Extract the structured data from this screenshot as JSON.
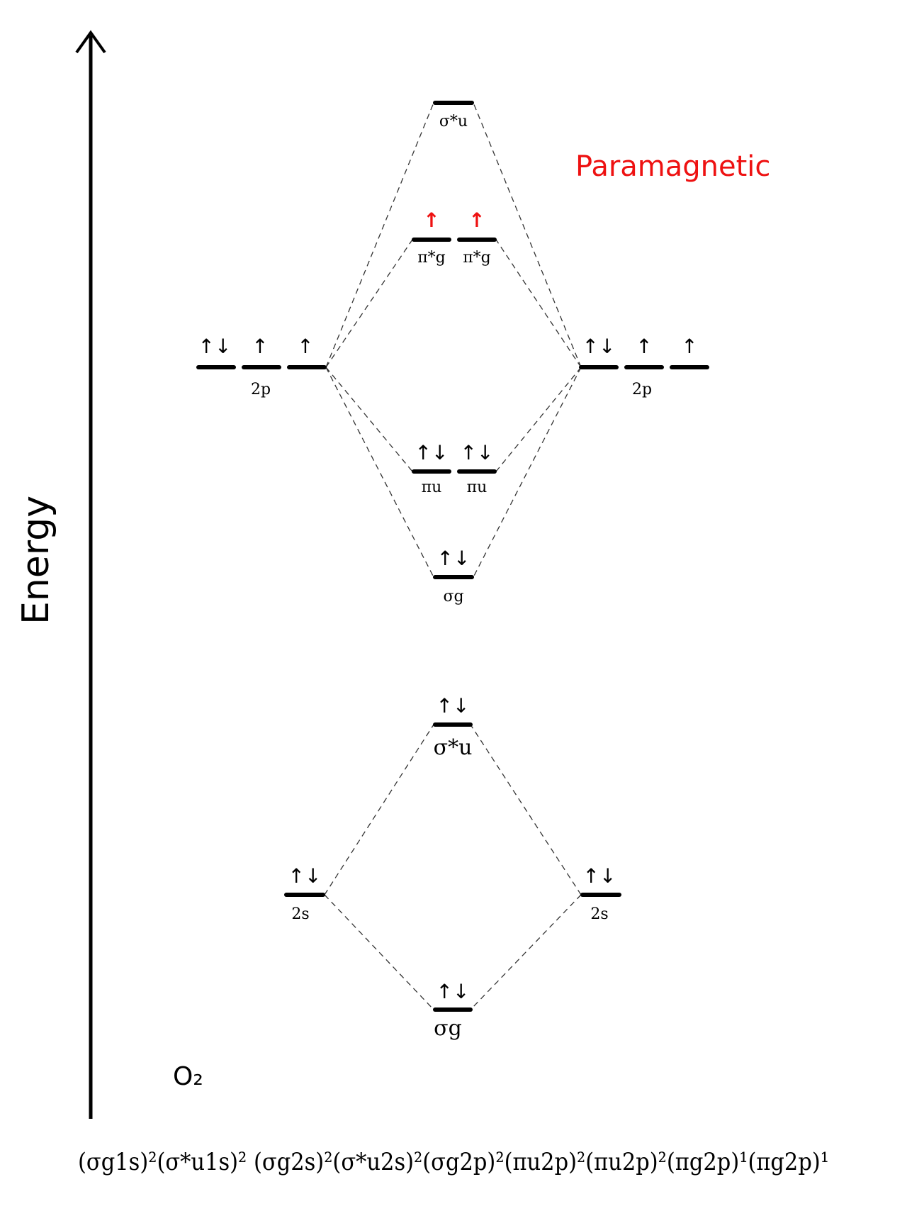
{
  "axis": {
    "label": "Energy"
  },
  "magnetism": {
    "text": "Paramagnetic",
    "color": "#ee1111"
  },
  "molecule": {
    "text": "O₂"
  },
  "electron_config": "(σg1s)²(σ*u1s)² (σg2s)²(σ*u2s)²(σg2p)²(πu2p)²(πu2p)²(πg2p)¹(πg2p)¹",
  "atomic_orbitals": {
    "left_2p": {
      "label": "2p",
      "electrons": [
        "↑↓",
        "↑",
        "↑"
      ]
    },
    "right_2p": {
      "label": "2p",
      "electrons": [
        "↑↓",
        "↑",
        "↑"
      ]
    },
    "left_2s": {
      "label": "2s",
      "electrons": "↑↓"
    },
    "right_2s": {
      "label": "2s",
      "electrons": "↑↓"
    }
  },
  "molecular_orbitals": {
    "sigma_star_u_2p": {
      "label": "σ*u",
      "electrons": ""
    },
    "pi_star_g": {
      "labels": [
        "π*g",
        "π*g"
      ],
      "electrons": [
        "↑",
        "↑"
      ]
    },
    "pi_u": {
      "labels": [
        "πu",
        "πu"
      ],
      "electrons": [
        "↑↓",
        "↑↓"
      ]
    },
    "sigma_g_2p": {
      "label": "σg",
      "electrons": "↑↓"
    },
    "sigma_star_u_2s": {
      "label": "σ*u",
      "electrons": "↑↓"
    },
    "sigma_g_2s": {
      "label": "σg",
      "electrons": "↑↓"
    }
  }
}
